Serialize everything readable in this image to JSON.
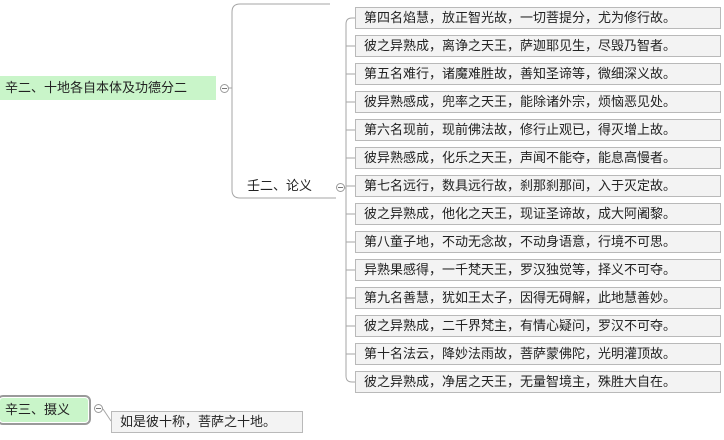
{
  "root": {
    "xin2_label": "辛二、十地各自本体及功德分二",
    "ren2_label": "壬二、论义",
    "xin3_label": "辛三、摄义",
    "xin3_child": "如是彼十称，菩萨之十地。"
  },
  "leaves": [
    "第四名焰慧，放正智光故，一切菩提分，尤为修行故。",
    "彼之异熟成，离诤之天王，萨迦耶见生，尽毁乃智者。",
    "第五名难行，诸魔难胜故，善知圣谛等，微细深义故。",
    "彼异熟感成，兜率之天王，能除诸外宗，烦恼恶见处。",
    "第六名现前，现前佛法故，修行止观已，得灭增上故。",
    "彼异熟感成，化乐之天王，声闻不能夺，能息高慢者。",
    "第七名远行，数具远行故，刹那刹那间，入于灭定故。",
    "彼之异熟成，他化之天王，现证圣谛故，成大阿阇黎。",
    "第八童子地，不动无念故，不动身语意，行境不可思。",
    "异熟果感得，一千梵天王，罗汉独觉等，择义不可夺。",
    "第九名善慧，犹如王太子，因得无碍解，此地慧善妙。",
    "彼之异熟成，二千界梵主，有情心疑问，罗汉不可夺。",
    "第十名法云，降妙法雨故，菩萨蒙佛陀，光明灌顶故。",
    "彼之异熟成，净居之天王，无量智境主，殊胜大自在。"
  ],
  "colors": {
    "green_topic": "#c9f5c9",
    "leaf_fill": "#f3f3f3",
    "leaf_border": "#b9b9b9",
    "connector": "#a6a6a6"
  }
}
